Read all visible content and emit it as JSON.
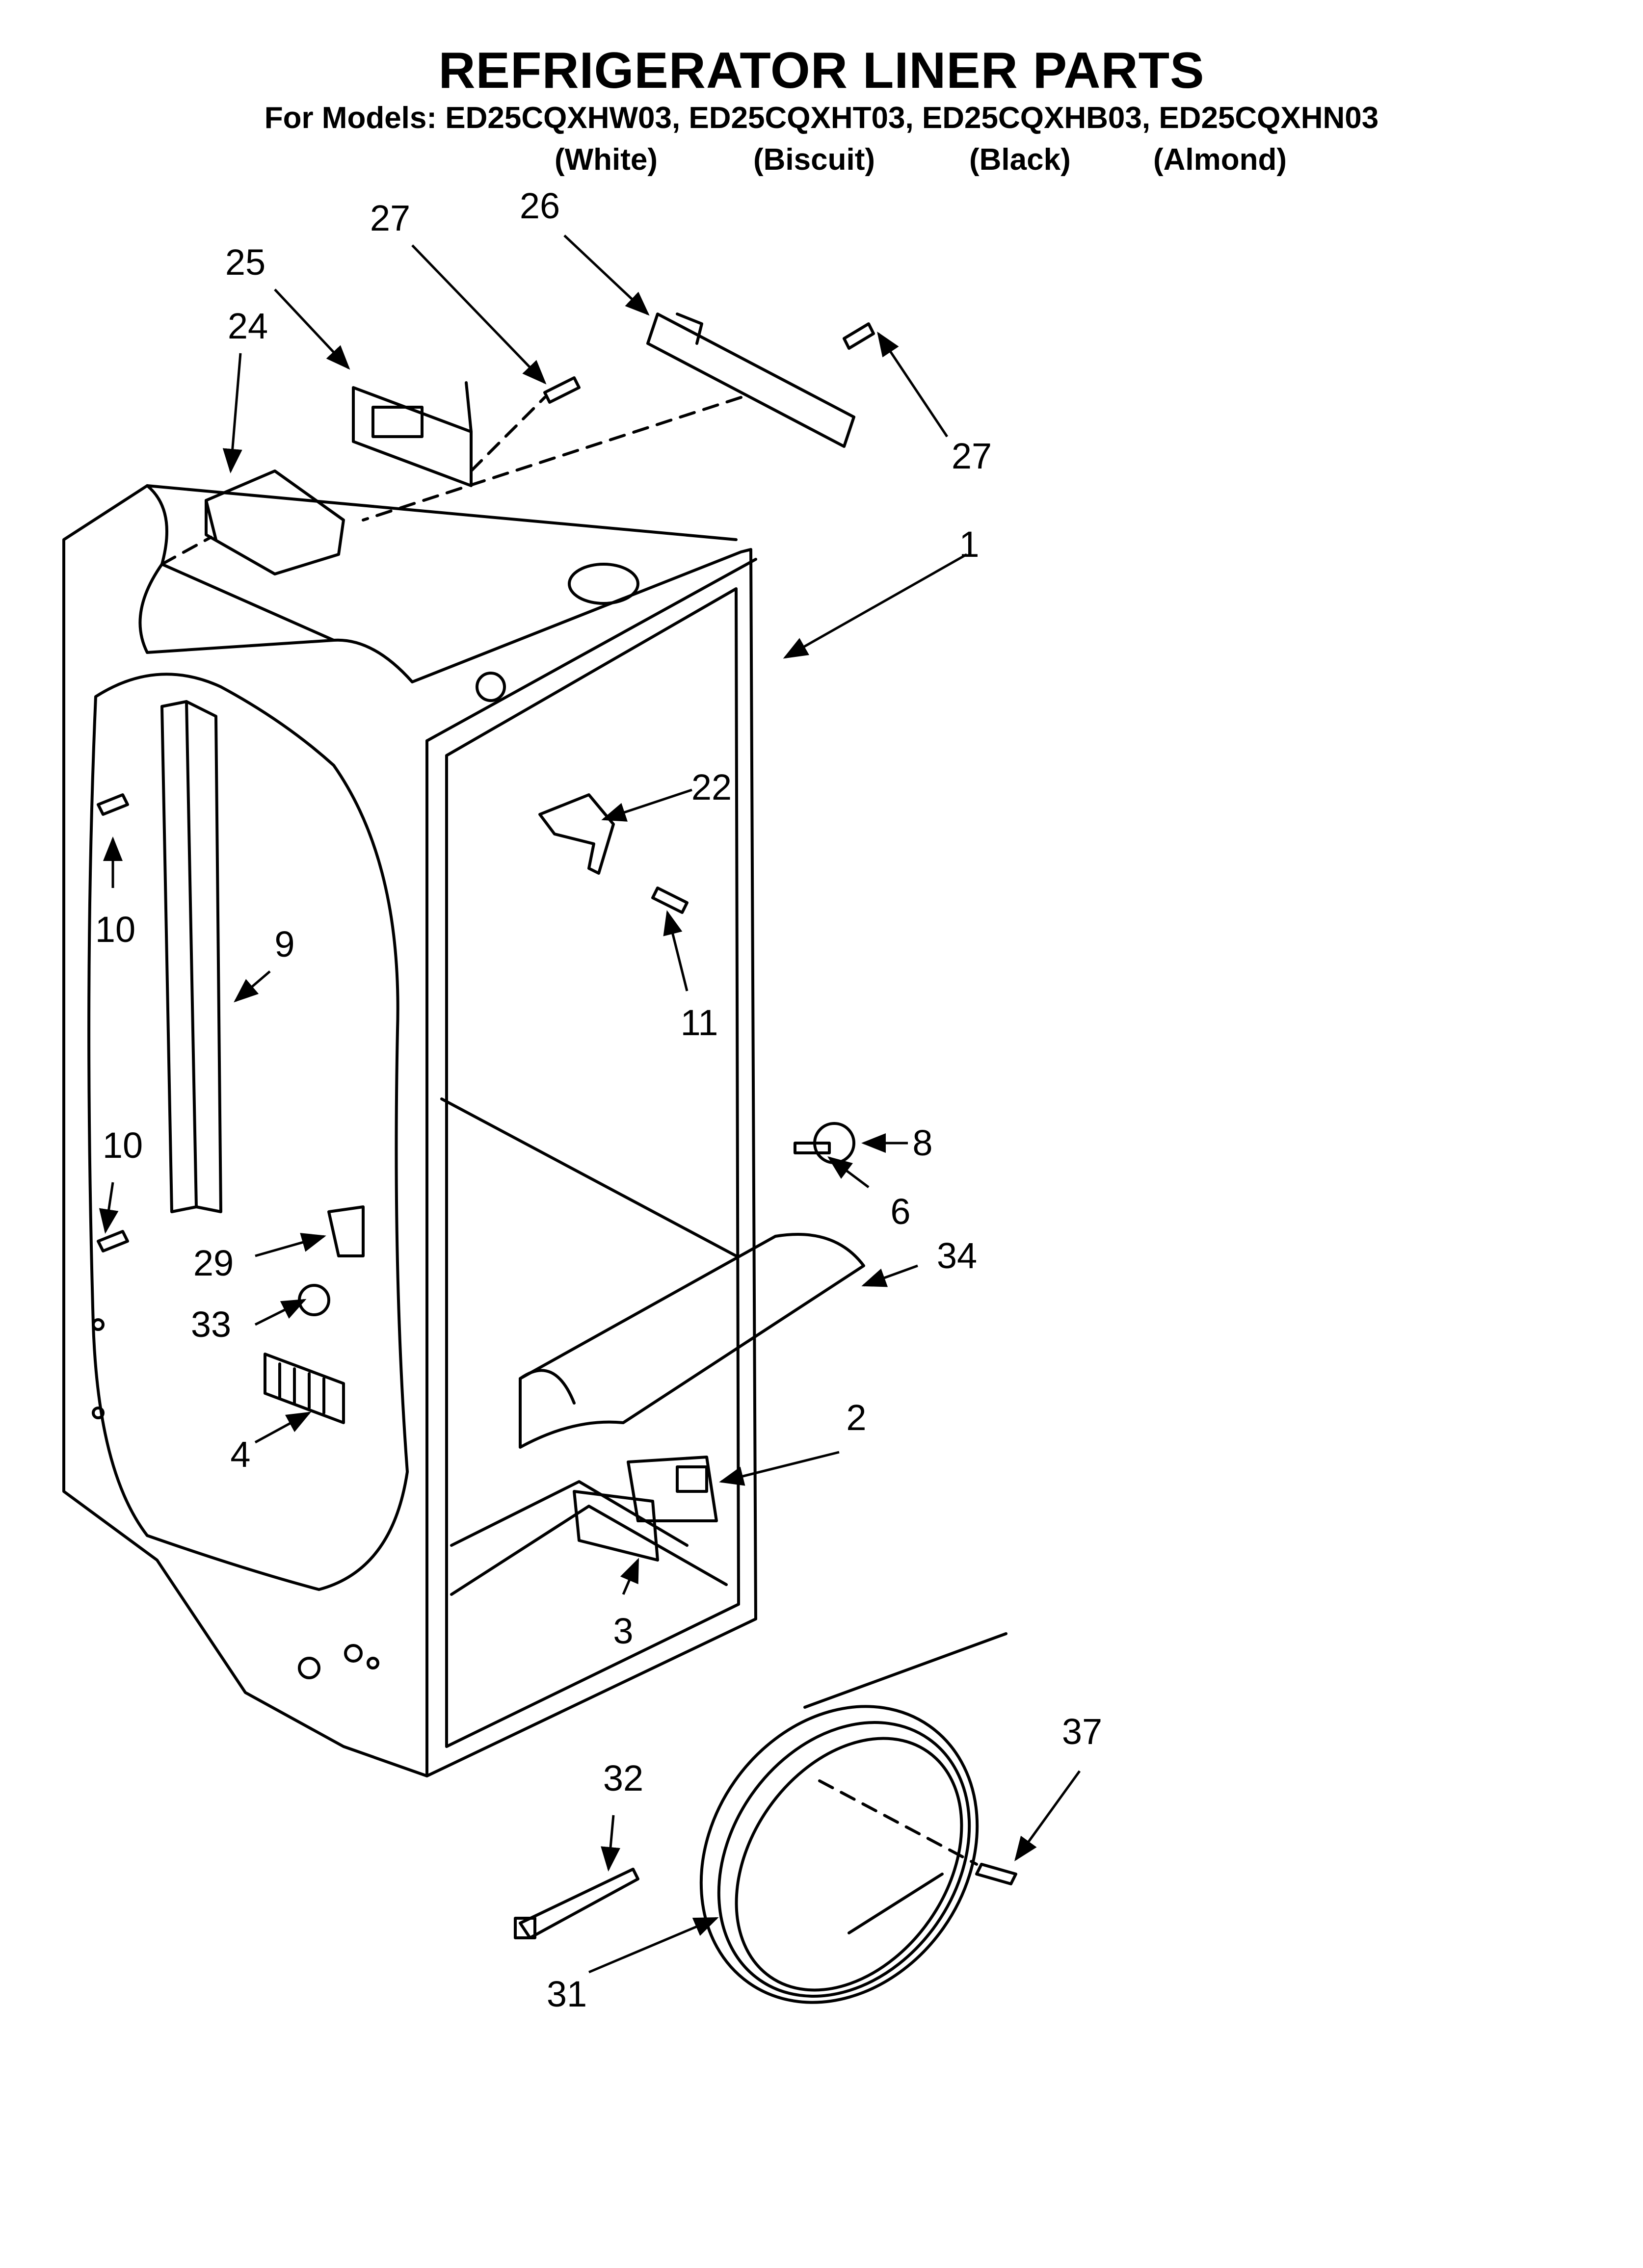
{
  "header": {
    "title": "REFRIGERATOR LINER PARTS",
    "models_line": "For Models: ED25CQXHW03, ED25CQXHT03, ED25CQXHB03, ED25CQXHN03",
    "colors": [
      "(White)",
      "(Biscuit)",
      "(Black)",
      "(Almond)"
    ]
  },
  "callouts": {
    "c1": "1",
    "c2": "2",
    "c3": "3",
    "c4": "4",
    "c6": "6",
    "c8": "8",
    "c9": "9",
    "c10a": "10",
    "c10b": "10",
    "c11": "11",
    "c22": "22",
    "c24": "24",
    "c25": "25",
    "c26": "26",
    "c27a": "27",
    "c27b": "27",
    "c29": "29",
    "c31": "31",
    "c32": "32",
    "c33": "33",
    "c34": "34",
    "c37": "37"
  }
}
